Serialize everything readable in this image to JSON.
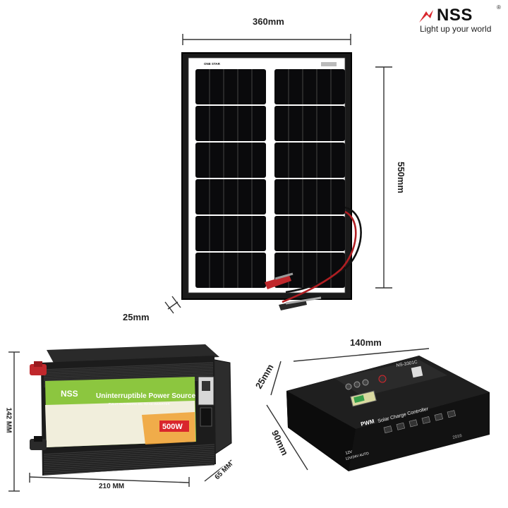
{
  "brand": {
    "name": "NSS",
    "registered": "®",
    "tagline": "Light up your world"
  },
  "panel": {
    "label": "ONE STAR",
    "width_label": "360mm",
    "height_label": "550mm",
    "depth_label": "25mm"
  },
  "inverter": {
    "brand": "NSS",
    "title": "Uninterruptible Power Source",
    "subtitle": "FULLY AUTOMATIC DC TO AC INVERTER",
    "power": "500W",
    "width_label": "210 MM",
    "height_label": "142 MM",
    "depth_label": "65 MM"
  },
  "controller": {
    "model": "NS-3301C",
    "pwm": "PWM",
    "name": "Solar Charge Controller",
    "voltage1": "12V",
    "voltage2": "12V/24V AUTO",
    "year": "2016",
    "width_label": "140mm",
    "depth_label": "25mm",
    "height_label": "90mm"
  },
  "colors": {
    "brand_red": "#d9262c",
    "panel_cell": "#0a0a0c",
    "inverter_body": "#1c1c1c",
    "inverter_label": "#8cc63f",
    "controller_body": "#121212"
  }
}
